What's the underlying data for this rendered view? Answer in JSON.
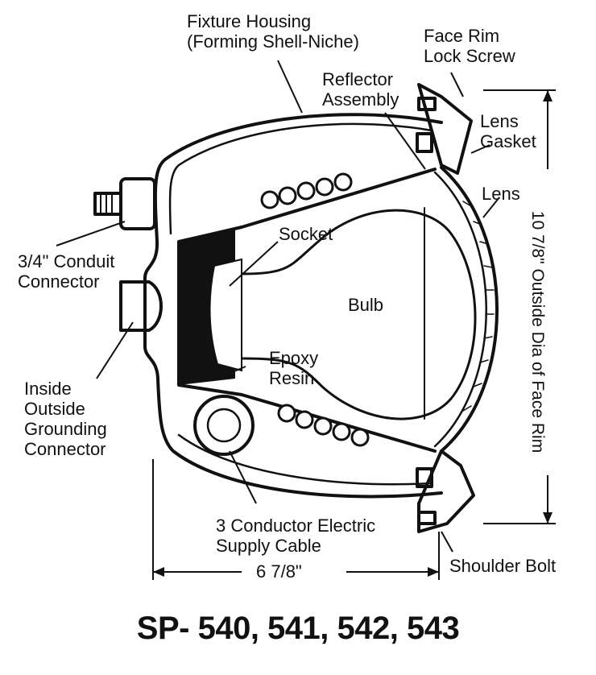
{
  "labels": {
    "fixture_housing": [
      "Fixture Housing",
      "(Forming Shell-Niche)"
    ],
    "face_rim_lock_screw": [
      "Face Rim",
      "Lock Screw"
    ],
    "reflector_assembly": [
      "Reflector",
      "Assembly"
    ],
    "lens_gasket": [
      "Lens",
      "Gasket"
    ],
    "lens": "Lens",
    "socket": "Socket",
    "bulb": "Bulb",
    "conduit_connector": [
      "3/4\" Conduit",
      "Connector"
    ],
    "epoxy_resin": [
      "Epoxy",
      "Resin"
    ],
    "grounding_connector": [
      "Inside",
      "Outside",
      "Grounding",
      "Connector"
    ],
    "supply_cable": [
      "3 Conductor Electric",
      "Supply Cable"
    ],
    "shoulder_bolt": "Shoulder Bolt",
    "width_dimension": "6 7/8\"",
    "face_rim_dimension": "10 7/8\" Outside Dia of Face Rim"
  },
  "model_numbers": "SP- 540, 541, 542, 543"
}
